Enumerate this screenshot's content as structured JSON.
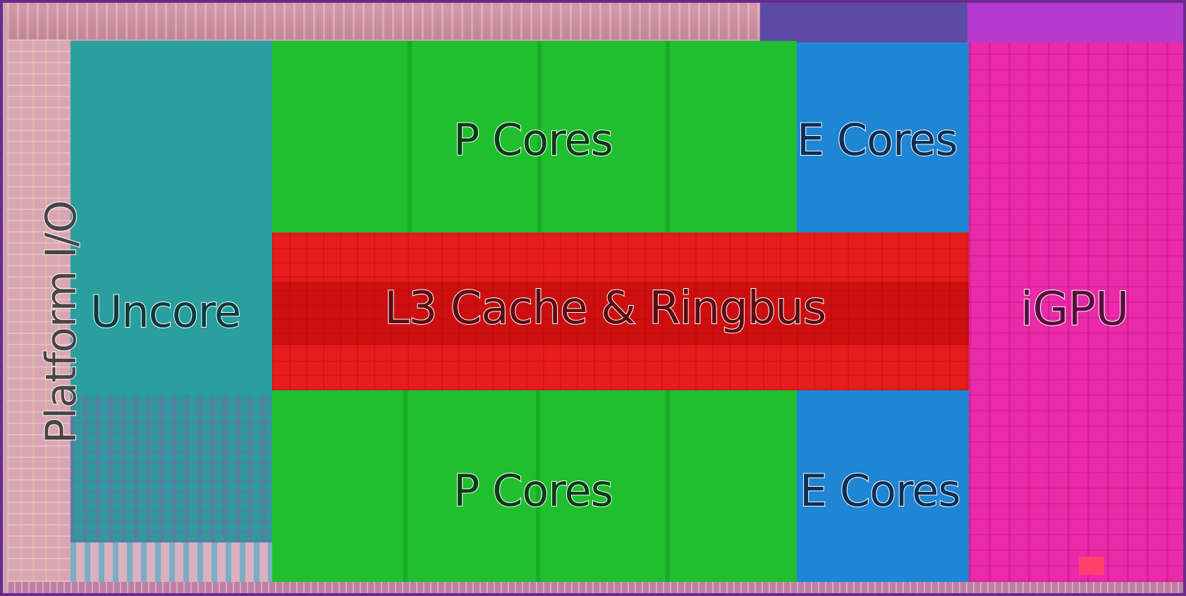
{
  "labels": {
    "platform_io": "Platform I/O",
    "uncore": "Uncore",
    "p_cores_top": "P Cores",
    "p_cores_bottom": "P Cores",
    "e_cores_top": "E Cores",
    "e_cores_bottom": "E Cores",
    "l3_cache": "L3 Cache & Ringbus",
    "igpu": "iGPU"
  },
  "colors": {
    "p_cores": "#1fbf2f",
    "e_cores": "#1e86d4",
    "l3_cache": "#e81c1c",
    "uncore": "#2a9f9f",
    "igpu": "#ea2aa8",
    "platform_io": "#d8a6b2"
  }
}
